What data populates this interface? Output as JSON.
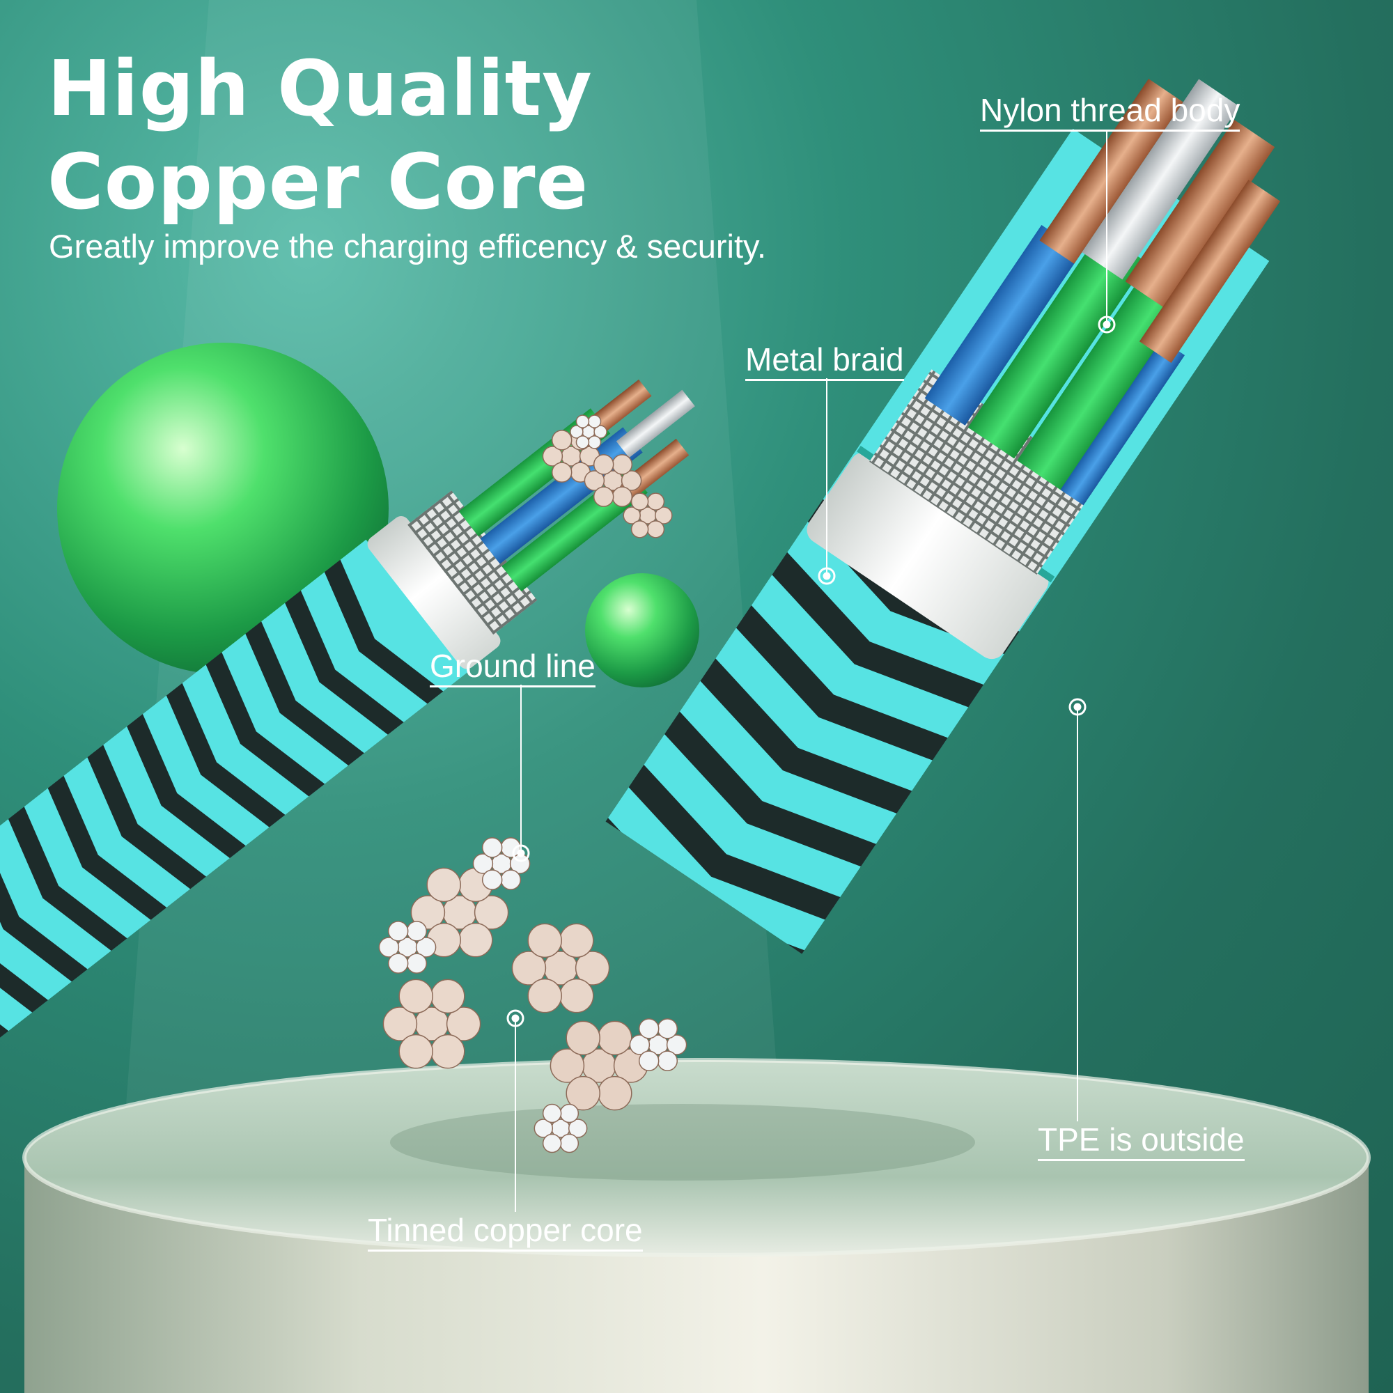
{
  "headline": {
    "line1": "High Quality",
    "line2": "Copper Core"
  },
  "subtitle": "Greatly improve the charging efficency & security.",
  "callouts": {
    "nylon": "Nylon thread body",
    "metal_braid": "Metal braid",
    "ground_line": "Ground line",
    "tpe": "TPE is outside",
    "tinned_core": "Tinned copper core"
  },
  "colors": {
    "background": "#2a7a66",
    "braid_light": "#54dede",
    "braid_dark": "#1d2b2a",
    "insulation_green": "#2ec455",
    "insulation_blue": "#2b78c8",
    "copper": "#c98a62",
    "tinned": "#d9dde0",
    "tpe_white": "#f1f3f1"
  }
}
